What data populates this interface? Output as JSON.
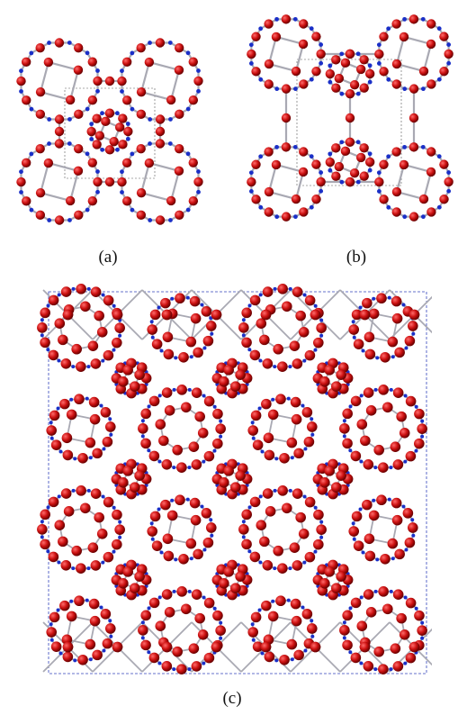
{
  "figure": {
    "captions": {
      "a": "(a)",
      "b": "(b)",
      "c": "(c)"
    },
    "colors": {
      "oxygen": "#cc1111",
      "oxygen_highlight": "#ff6b6b",
      "silicon": "#1a2fc7",
      "bond": "#a9a9b3",
      "cell_outline": "#555555",
      "supercell_outline": "#3344bb"
    },
    "atoms": [
      "oxygen-atom",
      "silicon-atom"
    ]
  }
}
